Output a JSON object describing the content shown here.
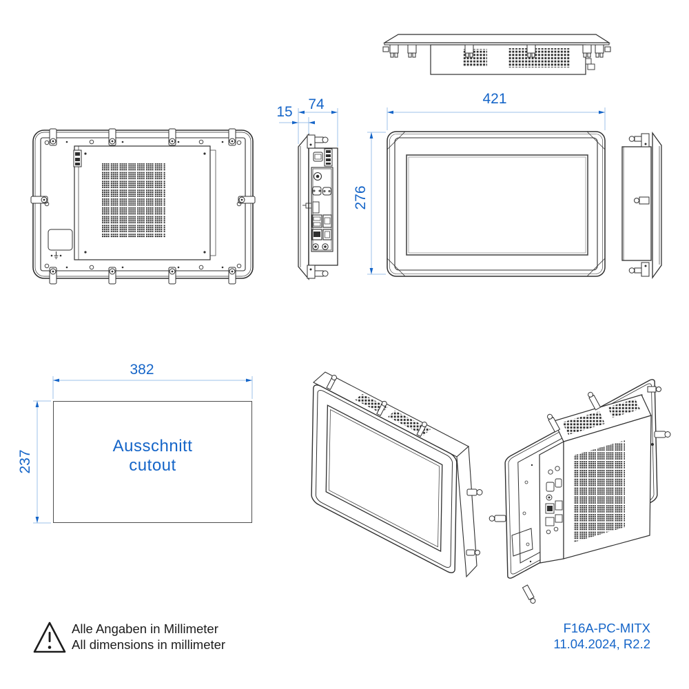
{
  "colors": {
    "background": "#ffffff",
    "drawing_line": "#2f2f2f",
    "dimension_text": "#1565c8",
    "dimension_line": "#9cc0e8",
    "cutout_border": "#4d4d4d",
    "note_text": "#1c1c1c"
  },
  "dimensions": {
    "front_width_mm": "421",
    "front_height_mm": "276",
    "depth_total_mm": "74",
    "bezel_depth_mm": "15",
    "cutout_width_mm": "382",
    "cutout_height_mm": "237"
  },
  "cutout_label": {
    "line1": "Ausschnitt",
    "line2": "cutout"
  },
  "note": {
    "icon": "warning-triangle-icon",
    "line1": "Alle Angaben in Millimeter",
    "line2": "All dimensions in millimeter"
  },
  "title_block": {
    "model": "F16A-PC-MITX",
    "revision": "11.04.2024, R2.2"
  }
}
